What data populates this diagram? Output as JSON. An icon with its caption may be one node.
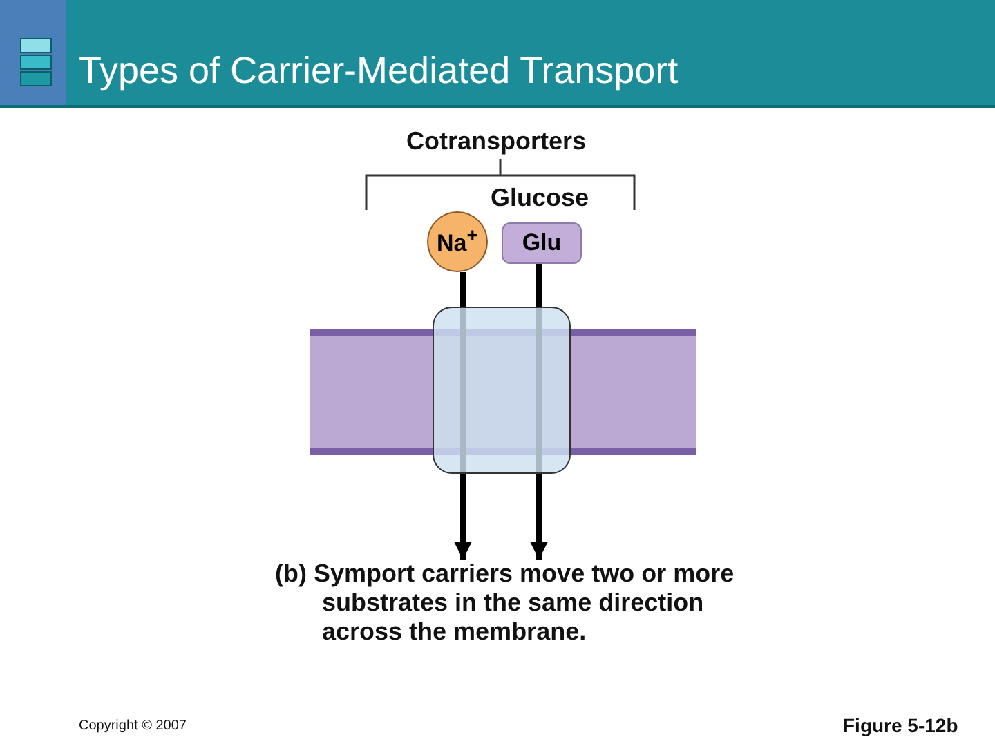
{
  "diagram": {
    "title": "Types of Carrier-Mediated Transport",
    "caption": "(b) Symport carriers move two or more substrates in the same direction across the membrane.",
    "nodes": [
      {
        "text": [
          "Na$^{+}$"
        ]
      },
      {
        "text": [
          "Glu"
        ]
      },
      {
        "text": [],
        "shape": "box"
      }
    ],
    "edges": [
      {
        "from": 0,
        "to": null,
        "arrow": "to"
      },
      {
        "from": 1,
        "to": null,
        "arrow": "to"
      }
    ],
    "labels": [
      "Cotransporters",
      "Glucose",
      "Copyright © 2007",
      "Figure 5-12b"
    ]
  }
}
